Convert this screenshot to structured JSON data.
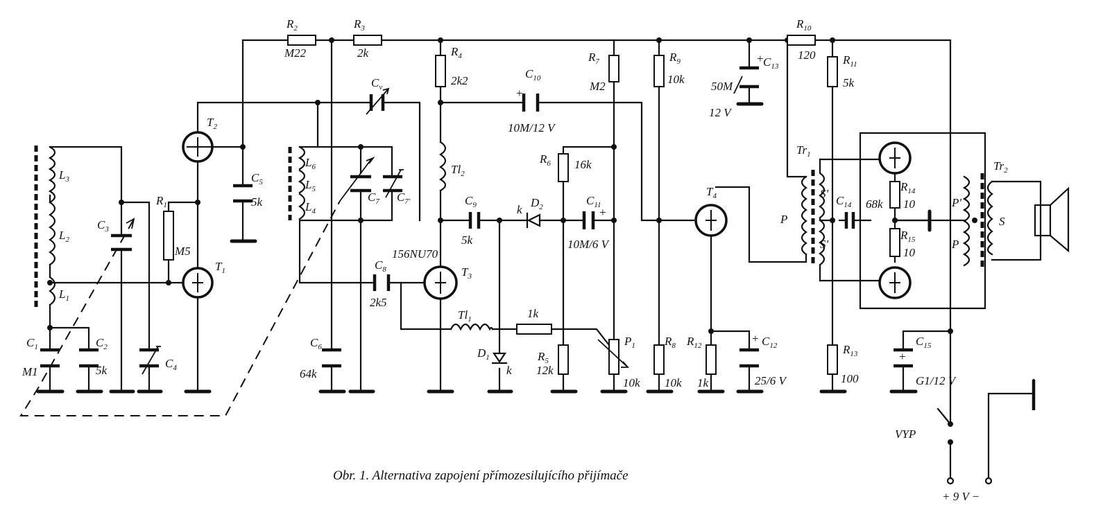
{
  "caption": "Obr. 1. Alternativa zapojení přímozesilujícího přijímače",
  "labels": {
    "r1": "R",
    "r1_sub": "1",
    "r1_val": "M5",
    "r2": "R",
    "r2_sub": "2",
    "r2_val": "M22",
    "r3": "R",
    "r3_sub": "3",
    "r3_val": "2k",
    "r4": "R",
    "r4_sub": "4",
    "r4_val": "2k2",
    "r5": "R",
    "r5_sub": "5",
    "r5_val": "12k",
    "r6": "R",
    "r6_sub": "6",
    "r6_val": "16k",
    "r7": "R",
    "r7_sub": "7",
    "r7_val": "M2",
    "r8": "R",
    "r8_sub": "8",
    "r8_val": "10k",
    "r9": "R",
    "r9_sub": "9",
    "r9_val": "10k",
    "r10": "R",
    "r10_sub": "10",
    "r10_val": "120",
    "r11": "R",
    "r11_sub": "11",
    "r11_val": "5k",
    "r12": "R",
    "r12_sub": "12",
    "r12_val": "1k",
    "r13": "R",
    "r13_sub": "13",
    "r13_val": "100",
    "r14": "R",
    "r14_sub": "14",
    "r14_val": "10",
    "r15": "R",
    "r15_sub": "15",
    "r15_val": "10",
    "r_1k": "1k",
    "c1": "C",
    "c1_sub": "1",
    "c1_val": "M1",
    "c2": "C",
    "c2_sub": "2",
    "c2_val": "5k",
    "c3": "C",
    "c3_sub": "3",
    "c4": "C",
    "c4_sub": "4",
    "c5": "C",
    "c5_sub": "5",
    "c5_val": "5k",
    "c6": "C",
    "c6_sub": "6",
    "c6_val": "64k",
    "c7": "C",
    "c7_sub": "7",
    "c7p": "C",
    "c7p_sub": "7'",
    "c8": "C",
    "c8_sub": "8",
    "c8_val": "2k5",
    "c9": "C",
    "c9_sub": "9",
    "c9_val": "5k",
    "c10": "C",
    "c10_sub": "10",
    "c10_val": "10M/12 V",
    "c11": "C",
    "c11_sub": "11",
    "c11_val": "10M/6 V",
    "c12": "C",
    "c12_sub": "12",
    "c12_val": "25/6 V",
    "c13": "C",
    "c13_sub": "13",
    "c13_val1": "50M",
    "c13_val2": "12 V",
    "c14": "C",
    "c14_sub": "14",
    "c14_val": "68k",
    "c15": "C",
    "c15_sub": "15",
    "c15_val": "G1/12 V",
    "cv": "C",
    "cv_sub": "v",
    "l1": "L",
    "l1_sub": "1",
    "l2": "L",
    "l2_sub": "2",
    "l3": "L",
    "l3_sub": "3",
    "l4": "L",
    "l4_sub": "4",
    "l5": "L",
    "l5_sub": "5",
    "l6": "L",
    "l6_sub": "6",
    "t1": "T",
    "t1_sub": "1",
    "t2": "T",
    "t2_sub": "2",
    "t3": "T",
    "t3_sub": "3",
    "t3_type": "156NU70",
    "t4": "T",
    "t4_sub": "4",
    "tl1": "Tl",
    "tl1_sub": "1",
    "tl2": "Tl",
    "tl2_sub": "2",
    "d1": "D",
    "d1_sub": "1",
    "d2": "D",
    "d2_sub": "2",
    "k1": "k",
    "k2": "k",
    "p1": "P",
    "p1_sub": "1",
    "p1_val": "10k",
    "tr1": "Tr",
    "tr1_sub": "1",
    "tr2": "Tr",
    "tr2_sub": "2",
    "tr1_p": "P",
    "tr1_s1": "S'",
    "tr1_s2": "S'",
    "tr2_p1": "P'",
    "tr2_p2": "P",
    "tr2_s": "S",
    "switch": "VYP",
    "battery": "+ 9 V −",
    "plus": "+"
  }
}
